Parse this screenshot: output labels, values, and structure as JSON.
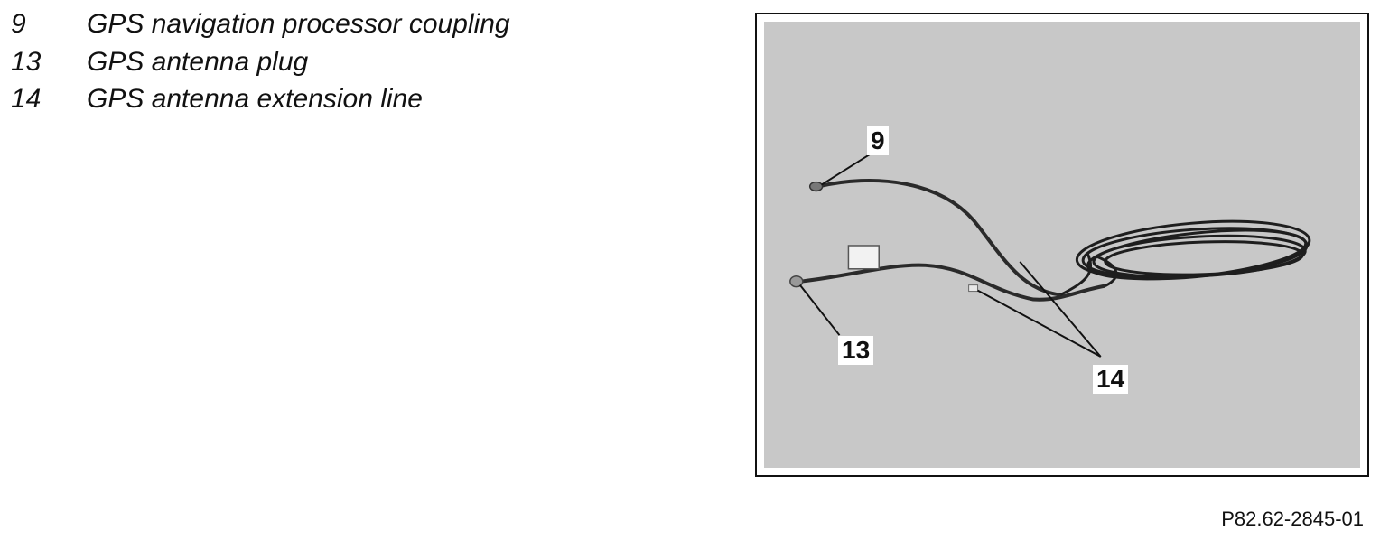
{
  "legend": {
    "items": [
      {
        "number": "9",
        "description": "GPS navigation processor coupling"
      },
      {
        "number": "13",
        "description": "GPS antenna plug"
      },
      {
        "number": "14",
        "description": "GPS antenna extension line"
      }
    ]
  },
  "figure": {
    "callouts": {
      "c9": "9",
      "c13": "13",
      "c14": "14"
    },
    "reference_code": "P82.62-2845-01",
    "colors": {
      "photo_background": "#c8c8c8",
      "cable": "#2a2a2a"
    }
  }
}
